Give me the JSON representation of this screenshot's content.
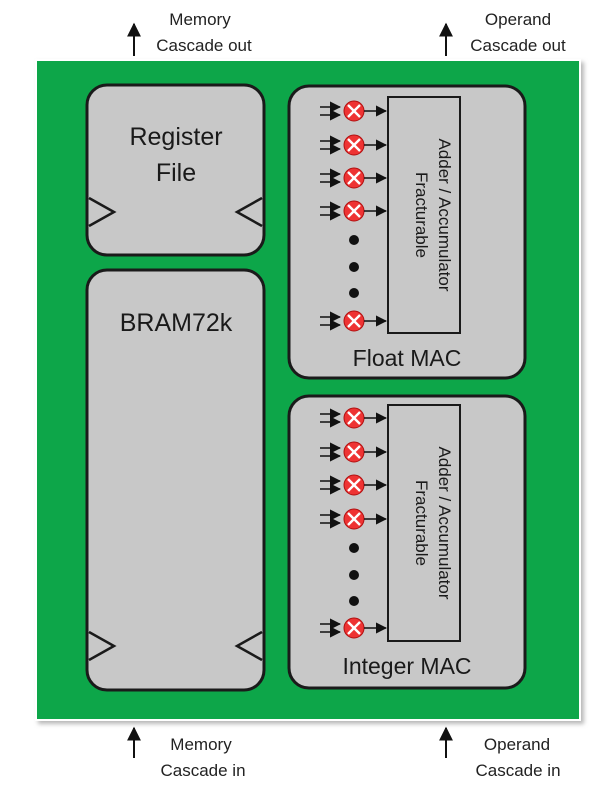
{
  "colors": {
    "fabric": "#0ca64a",
    "block": "#c8c8c8",
    "block_border": "#1a1a1a",
    "multiplier": "#ee3333",
    "background": "#ffffff"
  },
  "io": {
    "memory_out": [
      "Memory",
      "Cascade out"
    ],
    "operand_out": [
      "Operand",
      "Cascade out"
    ],
    "memory_in": [
      "Memory",
      "Cascade in"
    ],
    "operand_in": [
      "Operand",
      "Cascade in"
    ]
  },
  "blocks": {
    "register_file": [
      "Register",
      "File"
    ],
    "bram": "BRAM72k",
    "float_mac": {
      "title": "Float MAC",
      "accumulator": [
        "Fracturable",
        "Adder / Accumulator"
      ]
    },
    "integer_mac": {
      "title": "Integer MAC",
      "accumulator": [
        "Fracturable",
        "Adder / Accumulator"
      ]
    }
  },
  "icons": {
    "multiplier": "multiplier-icon",
    "clock": "clock-triangle-icon",
    "arrow": "arrow-up-icon"
  }
}
